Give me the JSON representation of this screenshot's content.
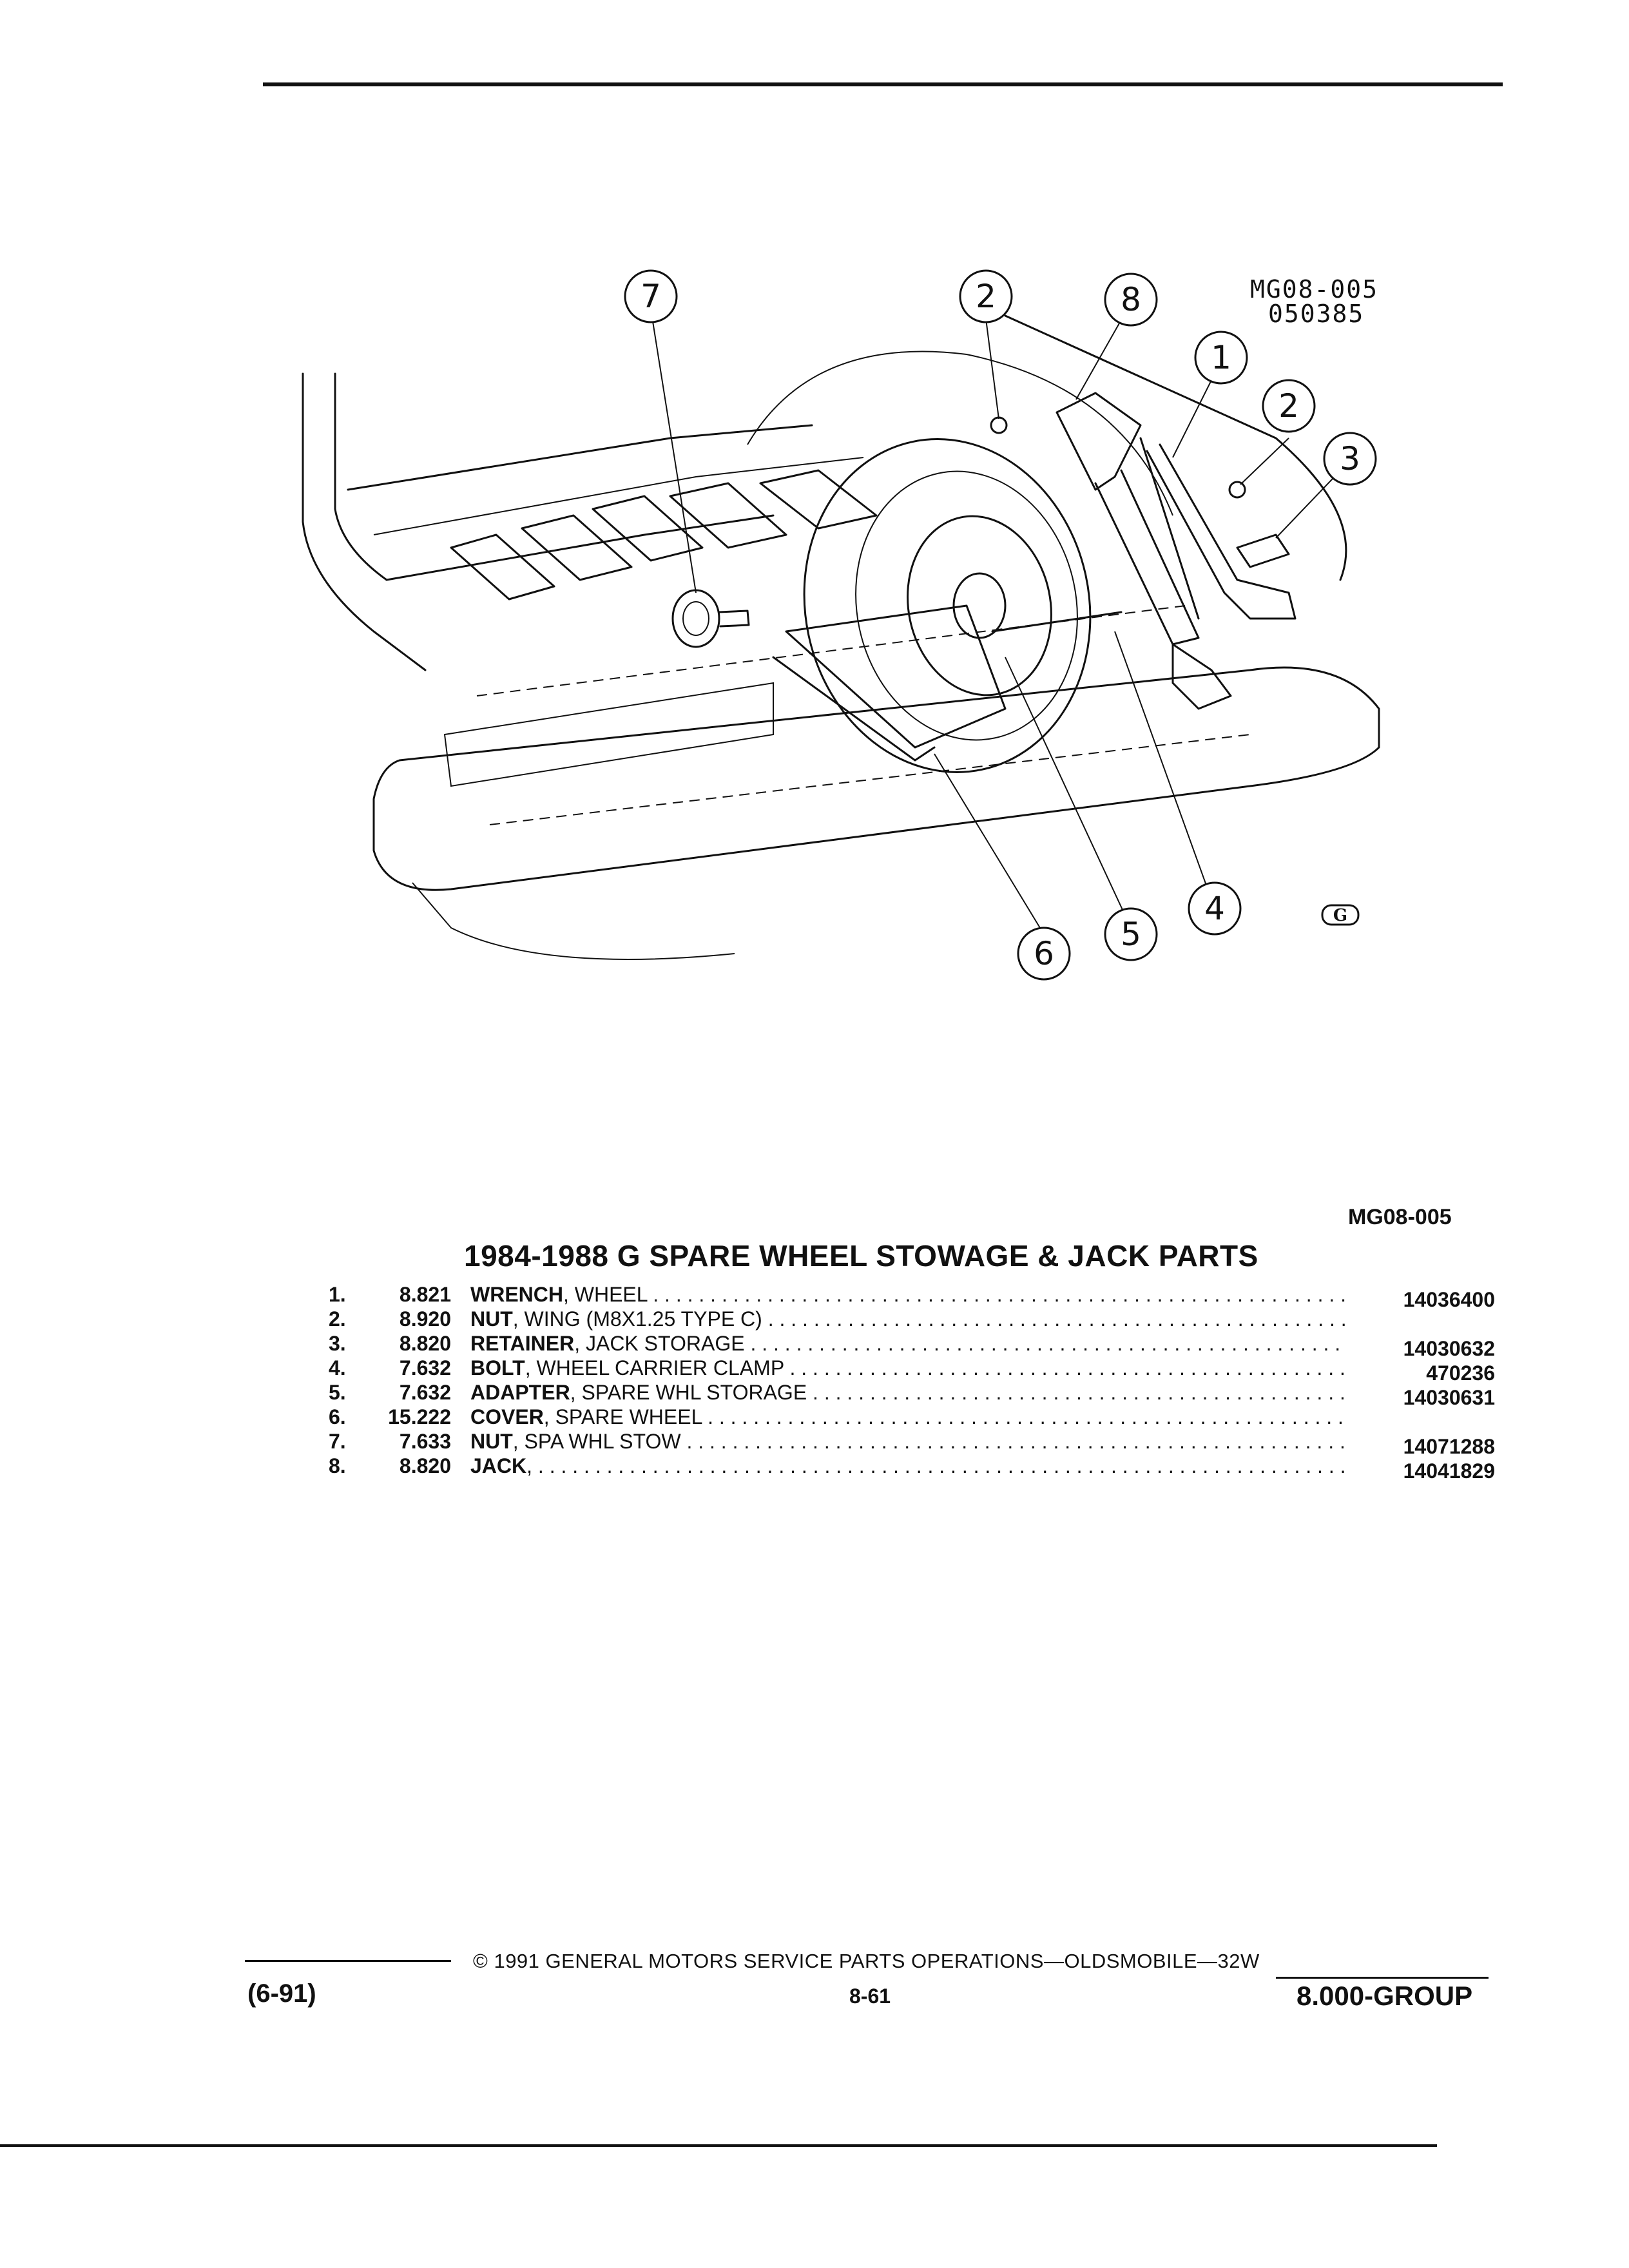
{
  "header": {
    "diagram_code": "MG08-005",
    "diagram_date_code": "050385"
  },
  "illustration": {
    "callouts": [
      "7",
      "2",
      "8",
      "1",
      "2",
      "3",
      "6",
      "5",
      "4"
    ],
    "logo_mark": "G"
  },
  "figure_id": "MG08-005",
  "section_title": "1984-1988 G SPARE WHEEL STOWAGE & JACK PARTS",
  "parts": [
    {
      "num": "1.",
      "ref": "8.821",
      "name": "WRENCH",
      "detail": ", WHEEL",
      "part_number": "14036400"
    },
    {
      "num": "2.",
      "ref": "8.920",
      "name": "NUT",
      "detail": ", WING (M8X1.25 TYPE C)",
      "part_number": ""
    },
    {
      "num": "3.",
      "ref": "8.820",
      "name": "RETAINER",
      "detail": ", JACK STORAGE",
      "part_number": "14030632"
    },
    {
      "num": "4.",
      "ref": "7.632",
      "name": "BOLT",
      "detail": ", WHEEL CARRIER CLAMP",
      "part_number": "470236"
    },
    {
      "num": "5.",
      "ref": "7.632",
      "name": "ADAPTER",
      "detail": ", SPARE WHL STORAGE",
      "part_number": "14030631"
    },
    {
      "num": "6.",
      "ref": "15.222",
      "name": "COVER",
      "detail": ", SPARE WHEEL",
      "part_number": ""
    },
    {
      "num": "7.",
      "ref": "7.633",
      "name": "NUT",
      "detail": ", SPA WHL STOW",
      "part_number": "14071288"
    },
    {
      "num": "8.",
      "ref": "8.820",
      "name": "JACK",
      "detail": ",",
      "part_number": "14041829"
    }
  ],
  "footer": {
    "copyright": "© 1991 GENERAL MOTORS SERVICE PARTS OPERATIONS—OLDSMOBILE—32W",
    "date": "(6-91)",
    "page": "8-61",
    "group": "8.000-GROUP"
  }
}
